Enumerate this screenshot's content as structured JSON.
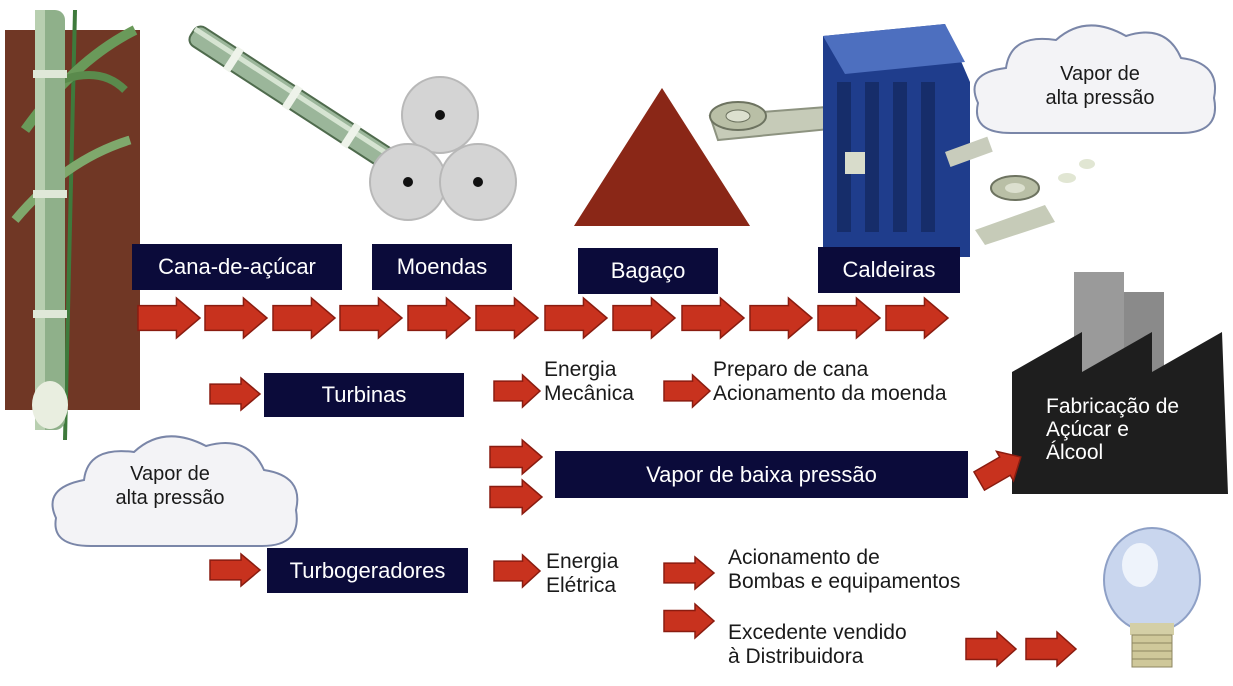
{
  "colors": {
    "box_bg": "#0b0b3a",
    "arrow_fill": "#c8321e",
    "arrow_stroke": "#8a1c10",
    "factory": "#1e1e1e",
    "boiler": "#1f3d8c",
    "bagasse": "#7a1e12"
  },
  "stages": {
    "cane": "Cana-de-açúcar",
    "mills": "Moendas",
    "bagasse": "Bagaço",
    "boilers": "Caldeiras"
  },
  "cloud_top": {
    "line1": "Vapor de",
    "line2": "alta pressão"
  },
  "cloud_left": {
    "line1": "Vapor de",
    "line2": "alta pressão"
  },
  "turbines": {
    "label": "Turbinas",
    "energy_line1": "Energia",
    "energy_line2": "Mecânica",
    "use_line1": "Preparo de cana",
    "use_line2": "Acionamento da moenda"
  },
  "low_pressure": {
    "label": "Vapor de baixa pressão"
  },
  "factory": {
    "line1": "Fabricação de",
    "line2": "Açúcar e",
    "line3": "Álcool"
  },
  "turbogenerators": {
    "label": "Turbogeradores",
    "energy_line1": "Energia",
    "energy_line2": "Elétrica",
    "use1_line1": "Acionamento de",
    "use1_line2": "Bombas e equipamentos",
    "use2_line1": "Excedente vendido",
    "use2_line2": "à Distribuidora"
  },
  "icons": [
    "sugarcane-icon",
    "cane-stalk-icon",
    "mill-rollers-icon",
    "bagasse-pile-icon",
    "conveyor-icon",
    "boiler-icon",
    "factory-icon",
    "lightbulb-icon",
    "cloud-icon",
    "arrow-icon"
  ]
}
